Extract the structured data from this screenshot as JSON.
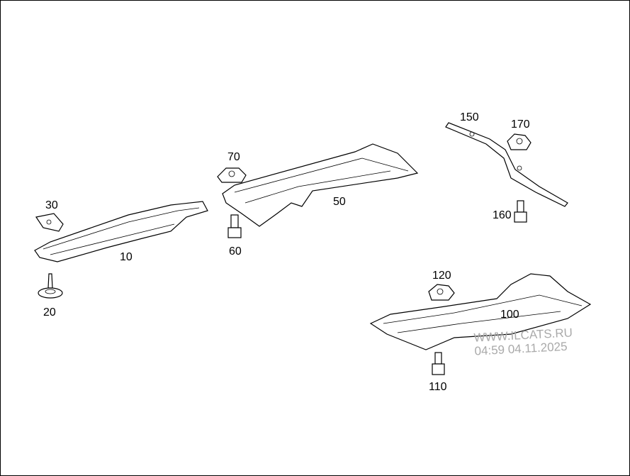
{
  "labels": {
    "p10": "10",
    "p20": "20",
    "p30": "30",
    "p50": "50",
    "p60": "60",
    "p70": "70",
    "p100": "100",
    "p110": "110",
    "p120": "120",
    "p150": "150",
    "p160": "160",
    "p170": "170"
  },
  "watermark": {
    "site": "WWW.ILCATS.RU",
    "timestamp": "04:59 04.11.2025"
  }
}
